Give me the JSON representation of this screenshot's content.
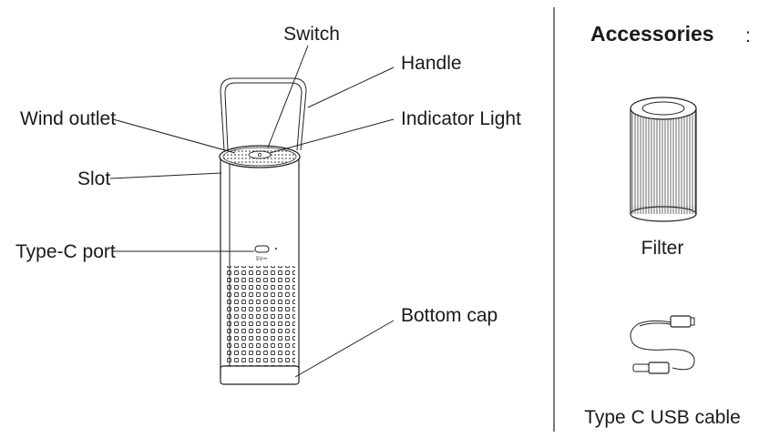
{
  "product_labels": {
    "switch": "Switch",
    "handle": "Handle",
    "wind_outlet": "Wind outlet",
    "indicator_light": "Indicator Light",
    "slot": "Slot",
    "type_c_port": "Type-C port",
    "bottom_cap": "Bottom cap",
    "port_marking": "5V⎓"
  },
  "accessories": {
    "heading": "Accessories",
    "colon": ":",
    "items": [
      {
        "label": "Filter",
        "icon": "filter-cartridge-icon"
      },
      {
        "label": "Type C USB cable",
        "icon": "usb-c-cable-icon"
      }
    ]
  }
}
